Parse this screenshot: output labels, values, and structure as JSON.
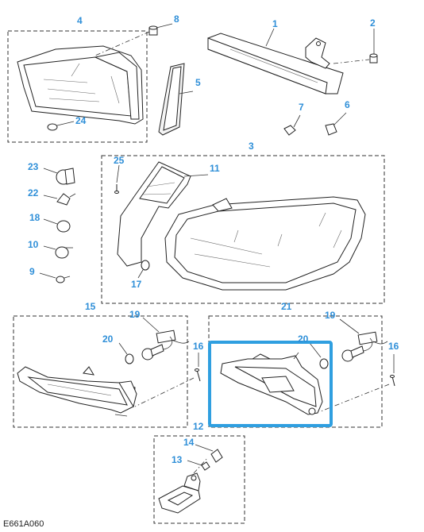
{
  "diagram": {
    "reference_code": "E661A060",
    "highlight_color": "#2f9fe0",
    "callout_color": "#2f8fd8",
    "callouts": {
      "c1": "1",
      "c2": "2",
      "c3": "3",
      "c4": "4",
      "c5": "5",
      "c6": "6",
      "c7": "7",
      "c8": "8",
      "c9": "9",
      "c10": "10",
      "c11": "11",
      "c12": "12",
      "c13": "13",
      "c14": "14",
      "c15": "15",
      "c16a": "16",
      "c16b": "16",
      "c17": "17",
      "c18": "18",
      "c19a": "19",
      "c19b": "19",
      "c20a": "20",
      "c20b": "20",
      "c21": "21",
      "c22": "22",
      "c23": "23",
      "c24": "24",
      "c25": "25"
    }
  }
}
